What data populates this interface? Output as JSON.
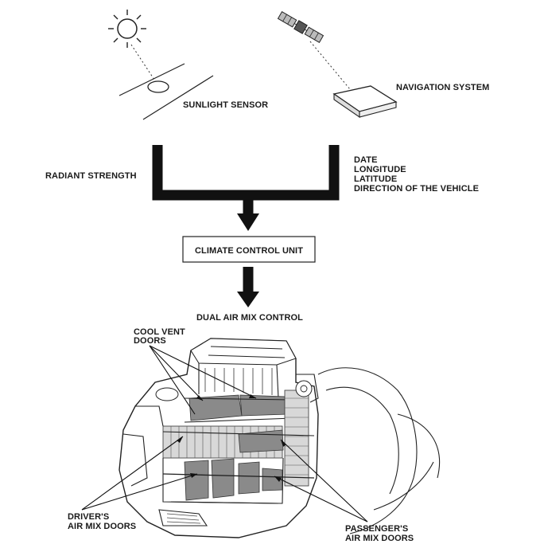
{
  "labels": {
    "sunlight_sensor": "SUNLIGHT SENSOR",
    "navigation_system": "NAVIGATION SYSTEM",
    "radiant_strength": "RADIANT STRENGTH",
    "nav_outputs": [
      "DATE",
      "LONGITUDE",
      "LATITUDE",
      "DIRECTION OF THE VEHICLE"
    ],
    "climate_control_unit": "CLIMATE CONTROL UNIT",
    "dual_air_mix_control": "DUAL AIR MIX CONTROL",
    "cool_vent_doors": [
      "COOL VENT",
      "DOORS"
    ],
    "drivers_air_mix_doors": [
      "DRIVER'S",
      "AIR MIX DOORS"
    ],
    "passengers_air_mix_doors": [
      "PASSENGER'S",
      "AIR MIX DOORS"
    ]
  },
  "icons": {
    "sun": "sun-icon",
    "satellite": "satellite-icon",
    "navigation_unit": "navigation-unit-icon",
    "hvac_unit": "hvac-unit-illustration"
  },
  "colors": {
    "line": "#1a1a1a",
    "shade": "#8a8a8a",
    "background": "#ffffff"
  }
}
